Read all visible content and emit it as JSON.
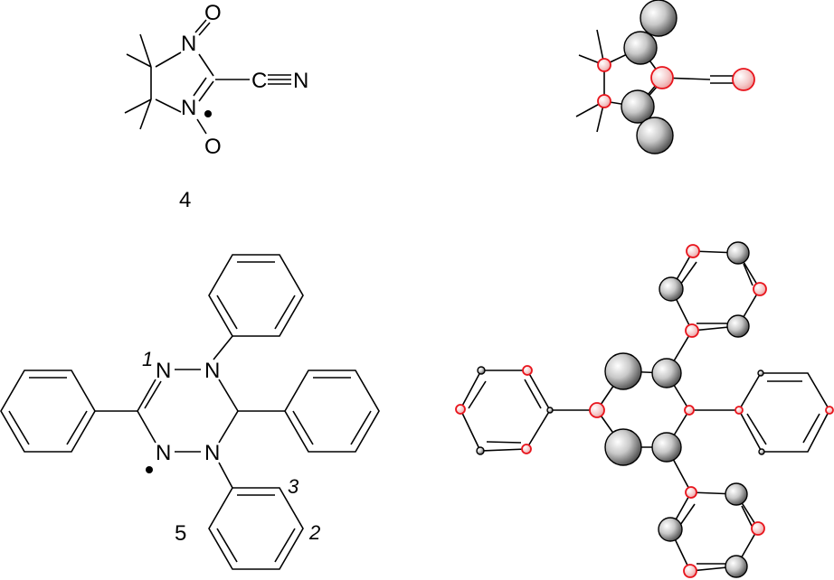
{
  "compound_4": {
    "label": "4",
    "atoms": {
      "n_top": "N",
      "n_bottom": "N",
      "o_top": "O",
      "o_bottom": "O",
      "c_nitrile": "C",
      "n_nitrile": "N"
    }
  },
  "compound_5": {
    "label": "5",
    "atoms": {
      "n1": "N",
      "n2": "N",
      "n4": "N",
      "n5": "N"
    },
    "position_labels": {
      "p1": "1",
      "p2": "2",
      "p3": "3"
    }
  },
  "colors": {
    "spin_positive": "#808080",
    "spin_negative": "#e8141c"
  }
}
